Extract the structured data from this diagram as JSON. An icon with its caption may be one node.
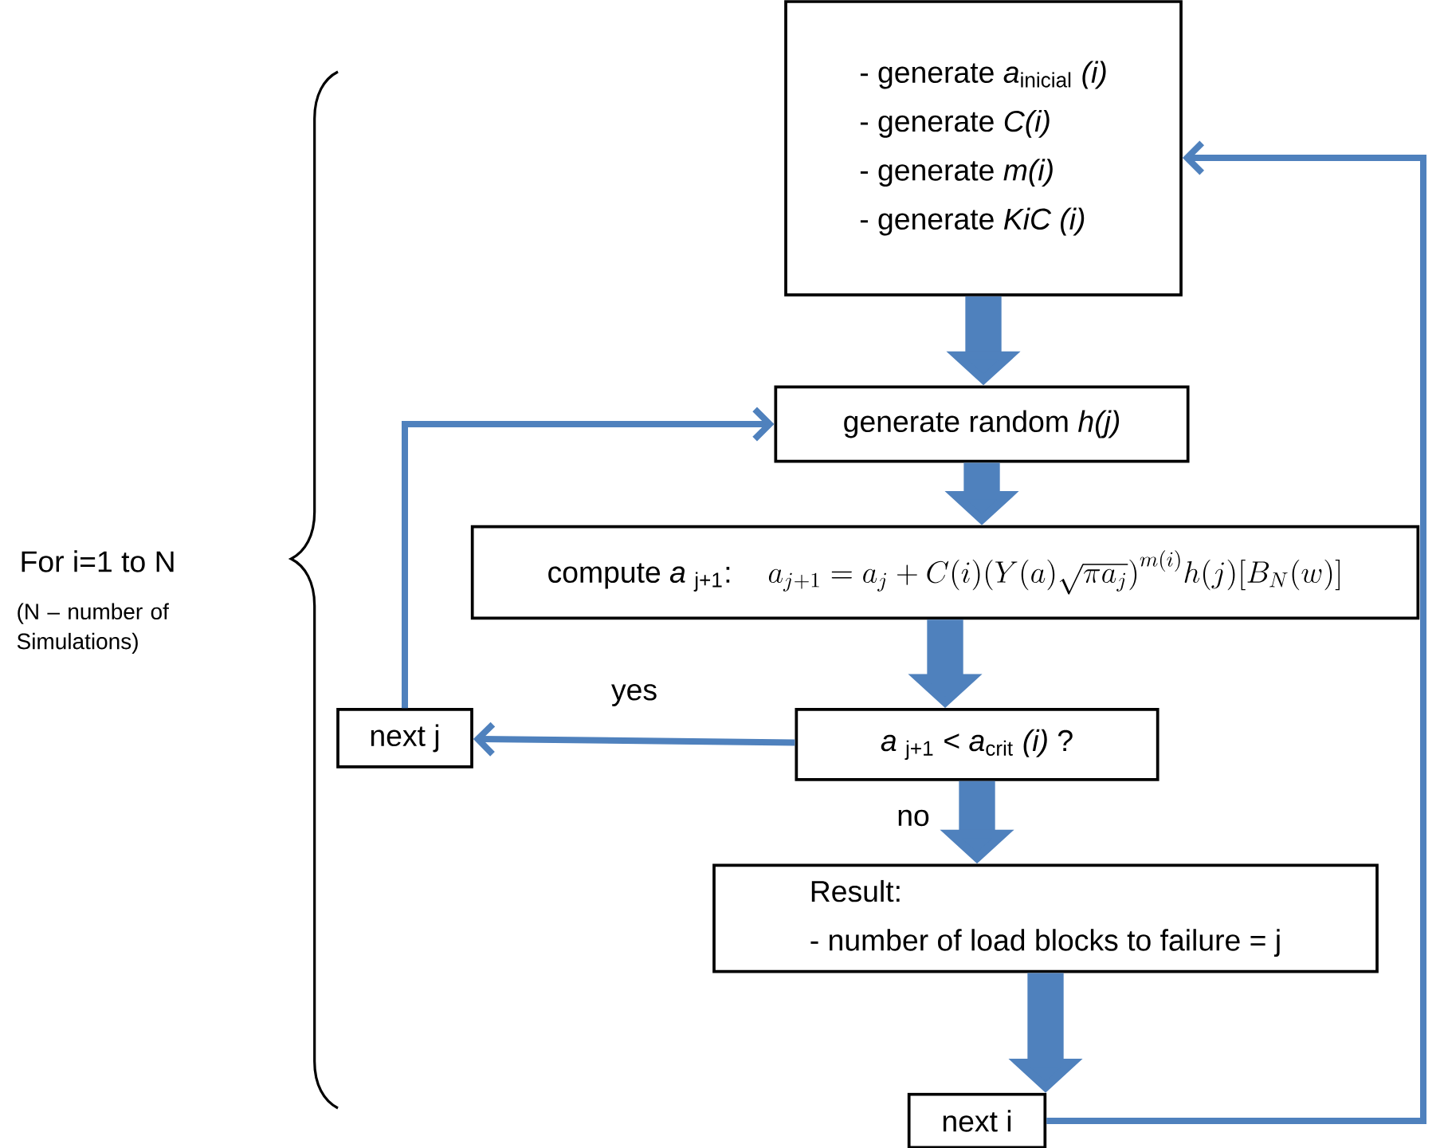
{
  "diagram": {
    "nodes": [
      {
        "text": [
          "- generate *a*$_{inicial}$ *(i)*",
          "- generate *C(i)*",
          "- generate *m(i)*",
          "- generate *KiC (i)*"
        ]
      },
      {
        "text": [
          "generate random *h(j)*"
        ]
      },
      {
        "text": [
          "compute *a* $_{j+1}$:",
          "a_{j+1} = a_j + C(i)\\Big(Y(a)\\sqrt{\\pi a_j}\\Big)^{m(i)} h(j)\\big[B_N(w)\\big]"
        ]
      },
      {
        "text": [
          "*a* $_{j+1}$ < *a*$_{crit}$ *(i)* ?"
        ]
      },
      {
        "text": [
          "next j"
        ]
      },
      {
        "text": [
          "Result:",
          "- number of load blocks to failure = j"
        ]
      },
      {
        "text": [
          "next i"
        ]
      }
    ],
    "edges": [
      {
        "from": 0,
        "to": 1,
        "arrow": "to"
      },
      {
        "from": 1,
        "to": 2,
        "arrow": "to"
      },
      {
        "from": 2,
        "to": 3,
        "arrow": "to"
      },
      {
        "from": 3,
        "to": 5,
        "arrow": "to",
        "label": "no"
      },
      {
        "from": 5,
        "to": 6,
        "arrow": "to"
      },
      {
        "from": 3,
        "to": 4,
        "arrow": "to",
        "label": "yes"
      },
      {
        "from": 4,
        "to": 1,
        "arrow": "to"
      },
      {
        "from": 6,
        "to": 0,
        "arrow": "to"
      }
    ],
    "labels": [
      "For i=1 to N",
      "(N – number of Simulations)"
    ]
  }
}
